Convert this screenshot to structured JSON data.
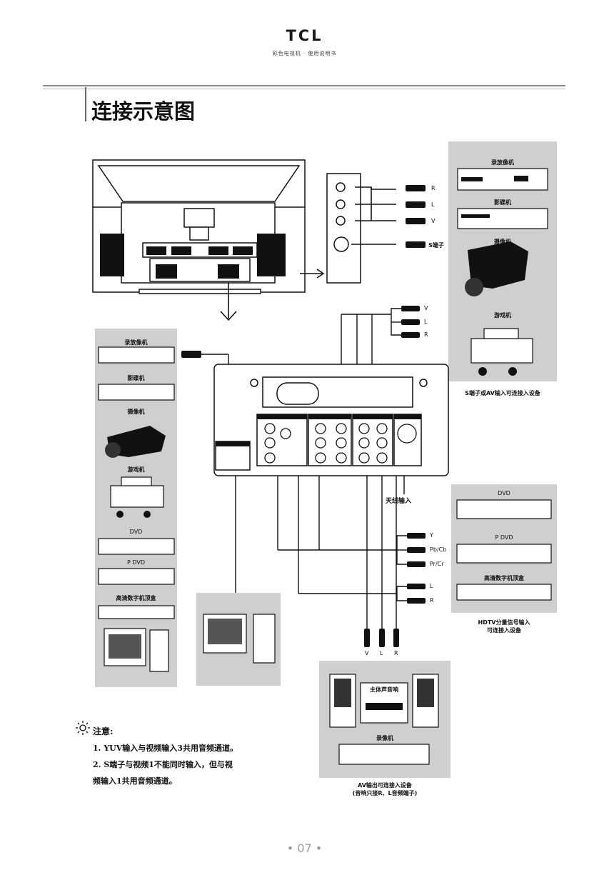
{
  "header": {
    "brand": "TCL",
    "subtitle": "彩色电视机 · 使用说明书"
  },
  "section_title": "连接示意图",
  "right_top_panel": {
    "devices": [
      "录放像机",
      "影碟机",
      "摄像机",
      "游戏机"
    ],
    "caption": "S端子或AV输入可连接入设备"
  },
  "left_panel": {
    "devices": [
      "录放像机",
      "影碟机",
      "摄像机",
      "游戏机",
      "DVD",
      "P DVD",
      "高清数字机顶盒"
    ]
  },
  "right_mid_panel": {
    "devices": [
      "DVD",
      "P DVD",
      "高清数字机顶盒"
    ],
    "caption_line1": "HDTV分量信号输入",
    "caption_line2": "可连接入设备"
  },
  "bottom_panel": {
    "devices": [
      "主体声音响",
      "录像机"
    ],
    "caption_line1": "AV输出可连接入设备",
    "caption_line2": "(音响只接R、L音频端子)"
  },
  "plug_labels": {
    "av_side": [
      "R",
      "L",
      "V"
    ],
    "s_terminal": "S端子",
    "av_rear": [
      "V",
      "L",
      "R"
    ],
    "yuv": [
      "Y",
      "Pb/Cb",
      "Pr/Cr"
    ],
    "audio": [
      "L",
      "R"
    ],
    "av_out": [
      "V",
      "L",
      "R"
    ]
  },
  "antenna_label": "天线输入",
  "notes": {
    "title": "注意:",
    "items": [
      "1. YUV输入与视频输入3共用音频通道。",
      "2. S端子与视频1不能同时输入，但与视",
      "频输入1共用音频通道。"
    ]
  },
  "page_number": "• 07 •"
}
